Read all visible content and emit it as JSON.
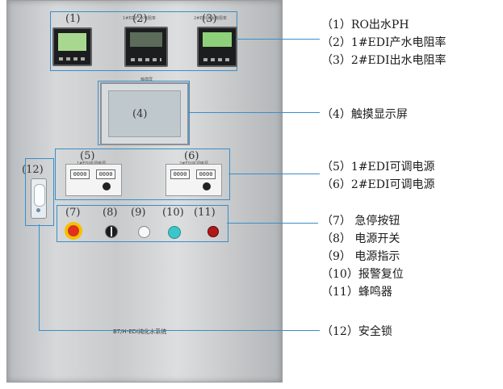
{
  "panel": {
    "hmi_caption": "触摸屏",
    "brand_text": "BT/H-EDI纯化水系统",
    "meter_caption_2": "1#EDI产水电阻率",
    "meter_caption_3": "2#EDI出水电阻率",
    "psu_caption_5": "1#EDI可调电源",
    "psu_caption_6": "2#EDI可调电源",
    "psu_display_a": "0000",
    "psu_display_b": "0000"
  },
  "callouts": [
    "(1)",
    "(2)",
    "(3)",
    "(4)",
    "(5)",
    "(6)",
    "(7)",
    "(8)",
    "(9)",
    "(10)",
    "(11)",
    "(12)"
  ],
  "legend": {
    "item1": "（1）RO出水PH",
    "item2": "（2）1#EDI产水电阻率",
    "item3": "（3）2#EDI出水电阻率",
    "item4": "（4）触摸显示屏",
    "item5": "（5）1#EDI可调电源",
    "item6": "（6）2#EDI可调电源",
    "item7": "（7）  急停按钮",
    "item8": "（8）  电源开关",
    "item9": "（9）  电源指示",
    "item10": "（10）报警复位",
    "item11": "（11）蜂鸣器",
    "item12": "（12）安全锁"
  },
  "colors": {
    "callout_line": "#3a8ec9",
    "estop_red": "#e0301e",
    "estop_yellow": "#f2c200",
    "reset_cyan": "#3cc6c9",
    "buzzer_red": "#b31818"
  }
}
